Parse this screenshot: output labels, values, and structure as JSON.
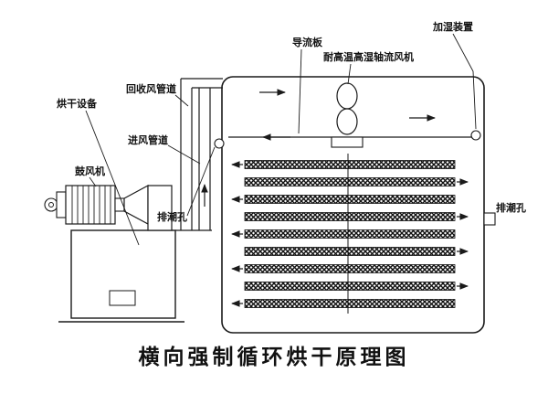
{
  "caption": "横向强制循环烘干原理图",
  "labels": {
    "humidifier": "加湿装置",
    "deflector_plate": "导流板",
    "axial_fan": "耐高温高湿轴流风机",
    "recovery_air_duct": "回收风管道",
    "drying_equipment": "烘干设备",
    "air_inlet_duct": "进风管道",
    "blower": "鼓风机",
    "moisture_vent_left": "排潮孔",
    "moisture_vent_right": "排潮孔"
  },
  "diagram": {
    "tray_rows": 9,
    "line_color": "#1a1a1a",
    "background": "#ffffff"
  }
}
